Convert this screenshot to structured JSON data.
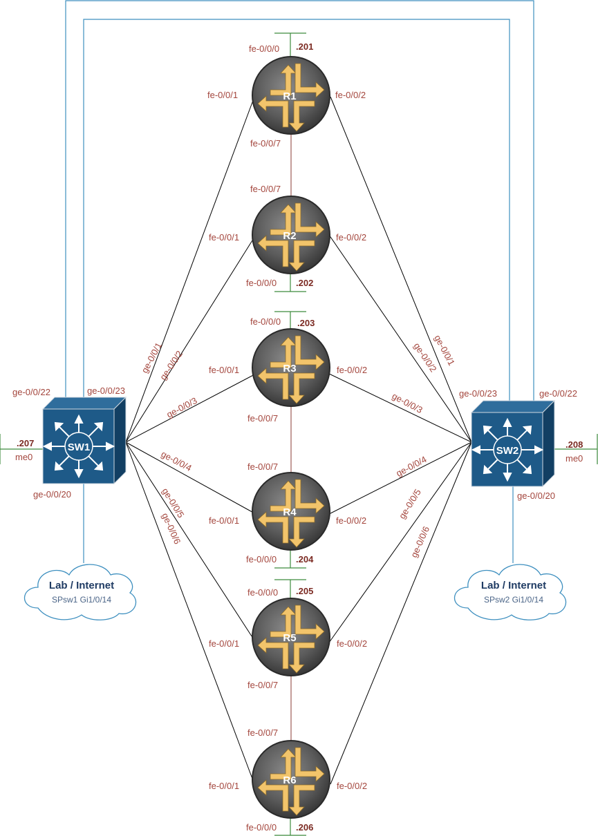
{
  "routers": {
    "r1": {
      "name": "R1",
      "ip": ".201",
      "mgmt": "fe-0/0/0",
      "west": "fe-0/0/1",
      "east": "fe-0/0/2",
      "south": "fe-0/0/7"
    },
    "r2": {
      "name": "R2",
      "ip": ".202",
      "mgmt": "fe-0/0/0",
      "west": "fe-0/0/1",
      "east": "fe-0/0/2",
      "north": "fe-0/0/7"
    },
    "r3": {
      "name": "R3",
      "ip": ".203",
      "mgmt": "fe-0/0/0",
      "west": "fe-0/0/1",
      "east": "fe-0/0/2",
      "south": "fe-0/0/7"
    },
    "r4": {
      "name": "R4",
      "ip": ".204",
      "mgmt": "fe-0/0/0",
      "west": "fe-0/0/1",
      "east": "fe-0/0/2",
      "north": "fe-0/0/7"
    },
    "r5": {
      "name": "R5",
      "ip": ".205",
      "mgmt": "fe-0/0/0",
      "west": "fe-0/0/1",
      "east": "fe-0/0/2",
      "south": "fe-0/0/7"
    },
    "r6": {
      "name": "R6",
      "ip": ".206",
      "mgmt": "fe-0/0/0",
      "west": "fe-0/0/1",
      "east": "fe-0/0/2",
      "north": "fe-0/0/7"
    }
  },
  "sw1": {
    "name": "SW1",
    "ip": ".207",
    "mgmt": "me0",
    "uplink_a": "ge-0/0/22",
    "uplink_b": "ge-0/0/23",
    "lab_port": "ge-0/0/20",
    "ports": [
      "ge-0/0/1",
      "ge-0/0/2",
      "ge-0/0/3",
      "ge-0/0/4",
      "ge-0/0/5",
      "ge-0/0/6"
    ]
  },
  "sw2": {
    "name": "SW2",
    "ip": ".208",
    "mgmt": "me0",
    "uplink_a": "ge-0/0/23",
    "uplink_b": "ge-0/0/22",
    "lab_port": "ge-0/0/20",
    "ports": [
      "ge-0/0/1",
      "ge-0/0/2",
      "ge-0/0/3",
      "ge-0/0/4",
      "ge-0/0/5",
      "ge-0/0/6"
    ]
  },
  "clouds": {
    "left": {
      "title": "Lab / Internet",
      "sub": "SPsw1 Gi1/0/14"
    },
    "right": {
      "title": "Lab / Internet",
      "sub": "SPsw2 Gi1/0/14"
    }
  },
  "colors": {
    "router_body": "#5a5a5a",
    "router_arrow": "#f2c46b",
    "switch_body": "#1e5a88",
    "uplink": "#3d8fbf",
    "mgmt_line": "#3c8a3c",
    "label": "#a3453c"
  }
}
